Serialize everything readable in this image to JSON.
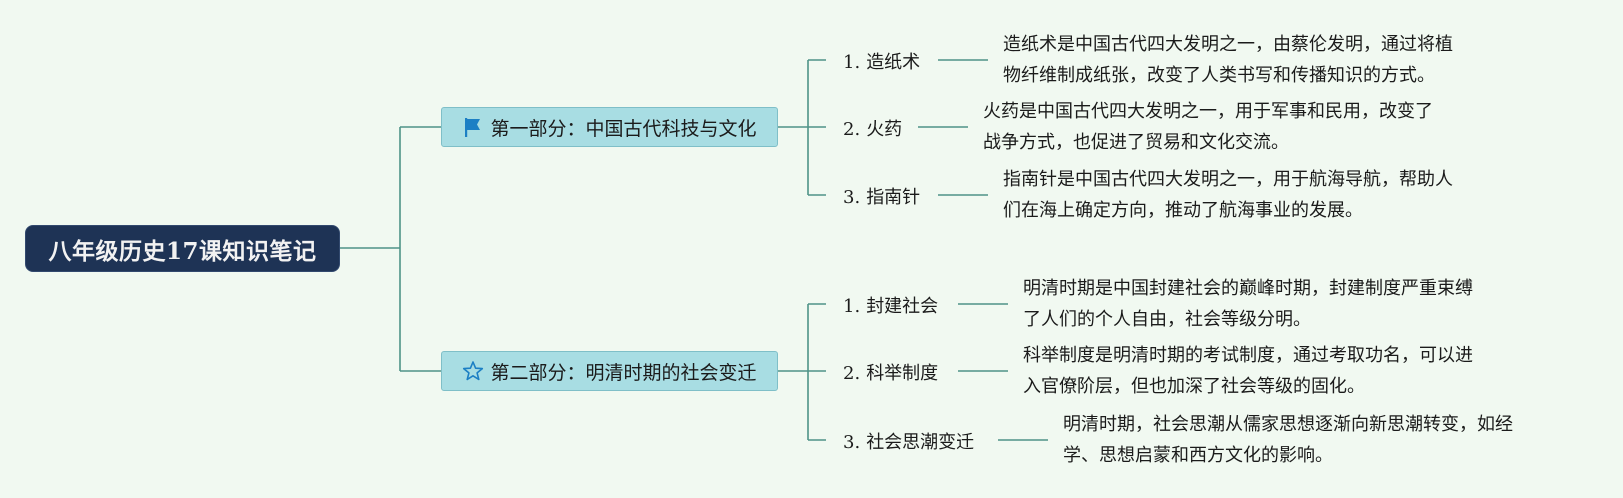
{
  "root": {
    "label": "八年级历史17课知识笔记"
  },
  "sections": [
    {
      "label": "第一部分：中国古代科技与文化",
      "icon": "flag-icon",
      "topics": [
        {
          "num": "1.",
          "label": "造纸术",
          "desc": [
            "造纸术是中国古代四大发明之一，由蔡伦发明，通过将植",
            "物纤维制成纸张，改变了人类书写和传播知识的方式。"
          ]
        },
        {
          "num": "2.",
          "label": "火药",
          "desc": [
            "火药是中国古代四大发明之一，用于军事和民用，改变了",
            "战争方式，也促进了贸易和文化交流。"
          ]
        },
        {
          "num": "3.",
          "label": "指南针",
          "desc": [
            "指南针是中国古代四大发明之一，用于航海导航，帮助人",
            "们在海上确定方向，推动了航海事业的发展。"
          ]
        }
      ]
    },
    {
      "label": "第二部分：明清时期的社会变迁",
      "icon": "star-icon",
      "topics": [
        {
          "num": "1.",
          "label": "封建社会",
          "desc": [
            "明清时期是中国封建社会的巅峰时期，封建制度严重束缚",
            "了人们的个人自由，社会等级分明。"
          ]
        },
        {
          "num": "2.",
          "label": "科举制度",
          "desc": [
            "科举制度是明清时期的考试制度，通过考取功名，可以进",
            "入官僚阶层，但也加深了社会等级的固化。"
          ]
        },
        {
          "num": "3.",
          "label": "社会思潮变迁",
          "desc": [
            "明清时期，社会思潮从儒家思想逐渐向新思潮转变，如经",
            "学、思想启蒙和西方文化的影响。"
          ]
        }
      ]
    }
  ],
  "colors": {
    "root_bg": "#1e3355",
    "section_bg": "#a8dde3",
    "line": "#4f9388",
    "background": "#f1f9f1",
    "flag": "#1c7fc4",
    "star": "#1c7fc4"
  }
}
